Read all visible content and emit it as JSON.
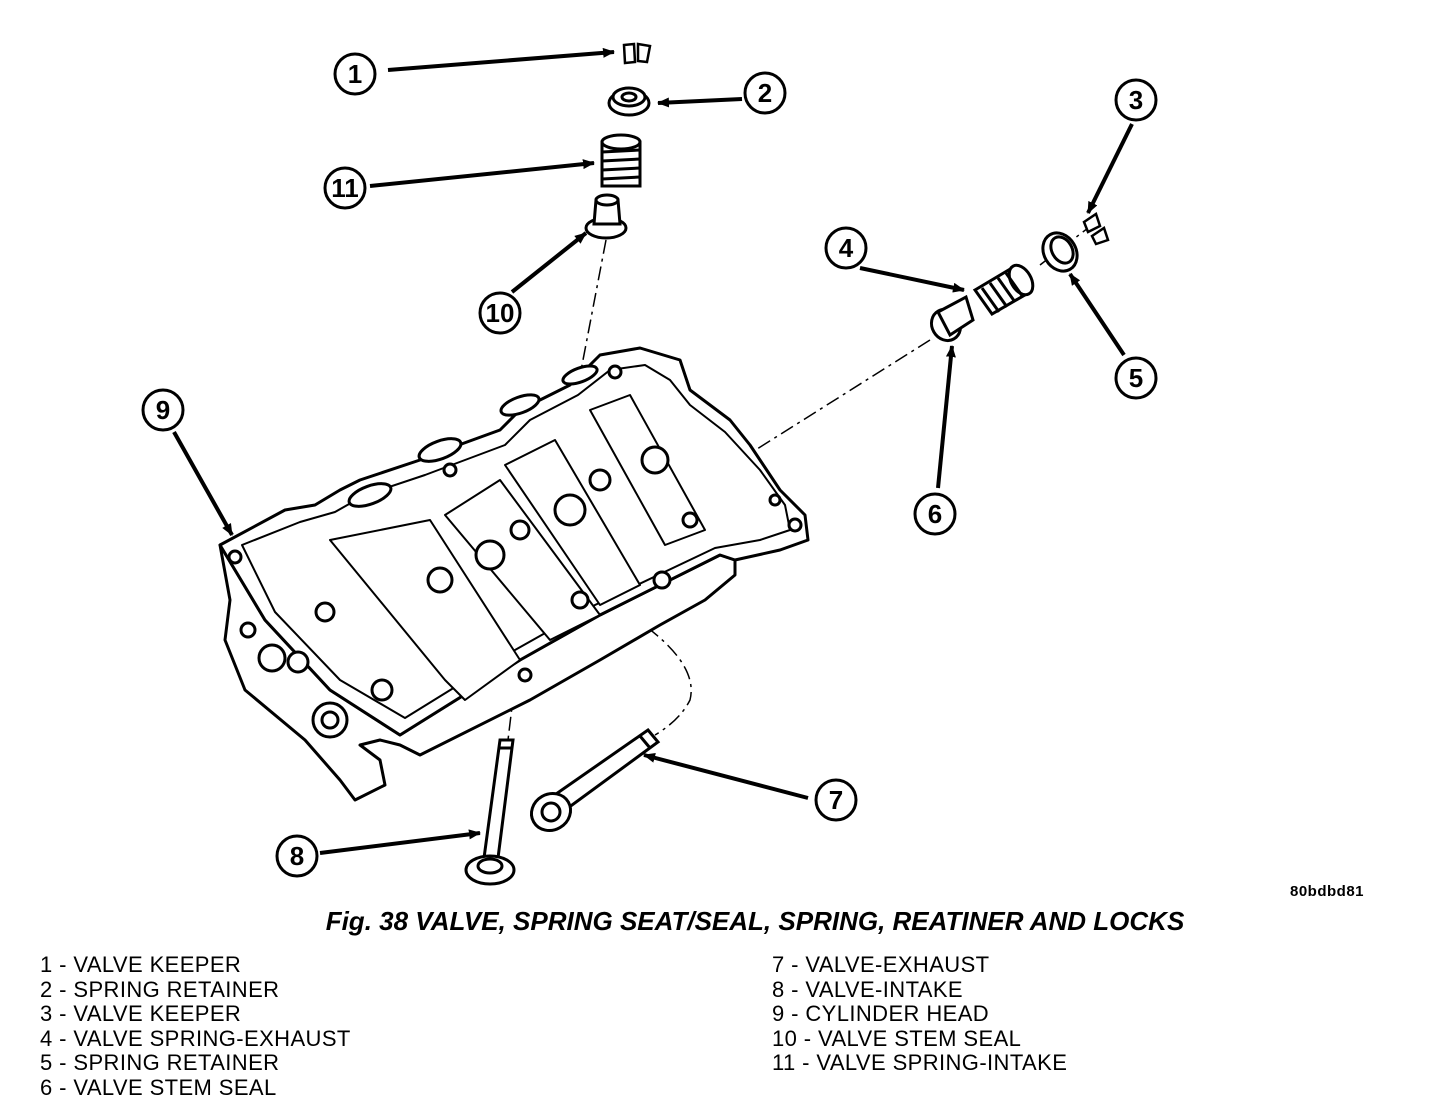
{
  "figure": {
    "caption": "Fig. 38 VALVE, SPRING SEAT/SEAL, SPRING, REATINER AND LOCKS",
    "code": "80bdbd81"
  },
  "callouts": {
    "c1": "1",
    "c2": "2",
    "c3": "3",
    "c4": "4",
    "c5": "5",
    "c6": "6",
    "c7": "7",
    "c8": "8",
    "c9": "9",
    "c10": "10",
    "c11": "11"
  },
  "legend": {
    "left": [
      "1 - VALVE KEEPER",
      "2 - SPRING RETAINER",
      "3 - VALVE KEEPER",
      "4 - VALVE SPRING-EXHAUST",
      "5 - SPRING RETAINER",
      "6 - VALVE STEM SEAL"
    ],
    "right": [
      "7 - VALVE-EXHAUST",
      "8 - VALVE-INTAKE",
      "9 - CYLINDER HEAD",
      "10 - VALVE STEM SEAL",
      "11 - VALVE SPRING-INTAKE"
    ]
  }
}
